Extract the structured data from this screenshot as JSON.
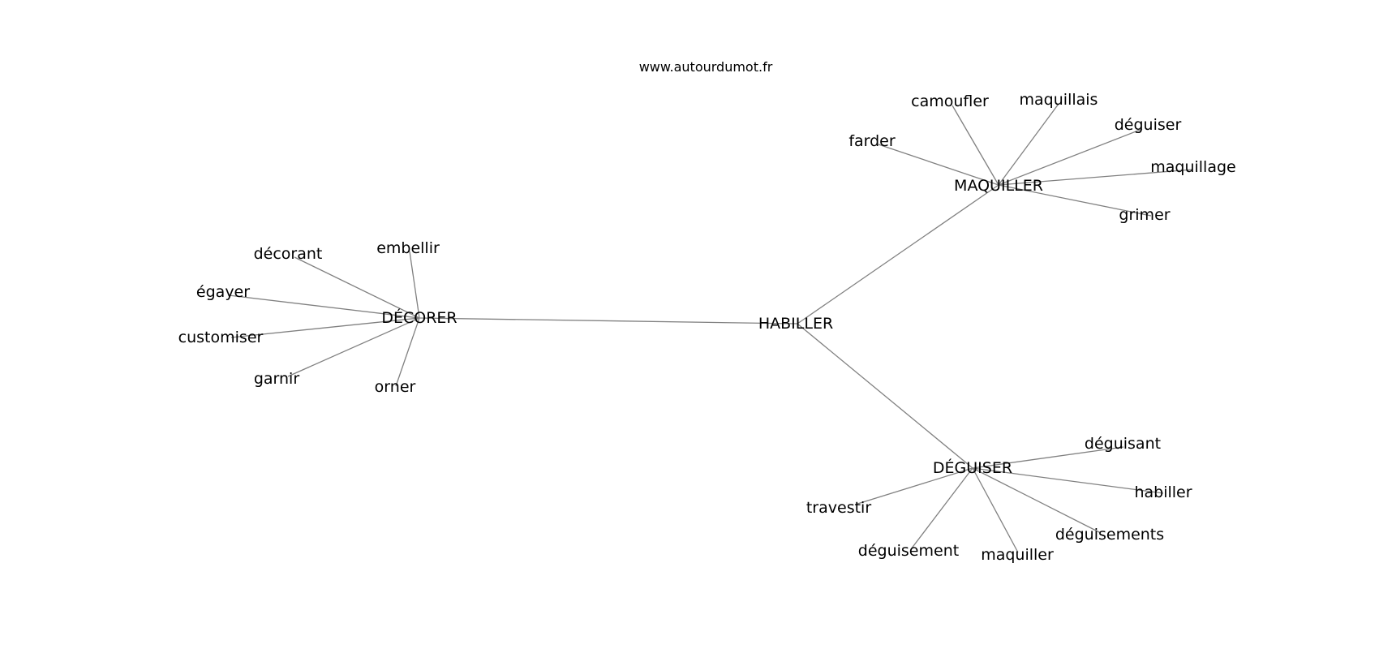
{
  "source_caption": "www.autourdumot.fr",
  "graph": {
    "center": "HABILLER",
    "hubs": [
      {
        "label": "DÉCORER",
        "leaves": [
          "décorant",
          "embellir",
          "égayer",
          "customiser",
          "garnir",
          "orner"
        ]
      },
      {
        "label": "MAQUILLER",
        "leaves": [
          "farder",
          "camoufler",
          "maquillais",
          "déguiser",
          "maquillage",
          "grimer"
        ]
      },
      {
        "label": "DÉGUISER",
        "leaves": [
          "déguisant",
          "habiller",
          "travestir",
          "déguisements",
          "déguisement",
          "maquiller"
        ]
      }
    ]
  },
  "colors": {
    "edge": "#808080",
    "text": "#000000",
    "background": "#ffffff"
  }
}
